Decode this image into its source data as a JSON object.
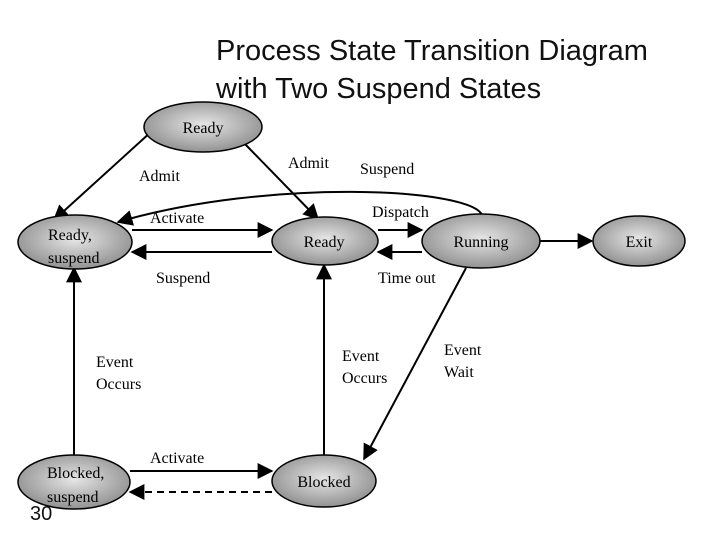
{
  "title": {
    "line1": "Process State Transition Diagram",
    "line2": "with Two Suspend States"
  },
  "page_number": "30",
  "states": {
    "new": "Ready",
    "ready_suspend_line1": "Ready,",
    "ready_suspend_line2": "suspend",
    "ready": "Ready",
    "running": "Running",
    "exit": "Exit",
    "blocked": "Blocked",
    "blocked_suspend_line1": "Blocked,",
    "blocked_suspend_line2": "suspend"
  },
  "transitions": {
    "admit_to_ready_suspend": "Admit",
    "admit_to_ready": "Admit",
    "suspend_running": "Suspend",
    "dispatch": "Dispatch",
    "activate_to_ready": "Activate",
    "suspend_ready": "Suspend",
    "time_out": "Time out",
    "event_occurs_suspended_line1": "Event",
    "event_occurs_suspended_line2": "Occurs",
    "event_occurs_blocked_line1": "Event",
    "event_occurs_blocked_line2": "Occurs",
    "event_wait_line1": "Event",
    "event_wait_line2": "Wait",
    "activate_to_blocked": "Activate"
  },
  "colors": {
    "node_fill_center": "#e6e6e6",
    "node_fill_edge": "#8a8a8a",
    "line": "#000000"
  }
}
